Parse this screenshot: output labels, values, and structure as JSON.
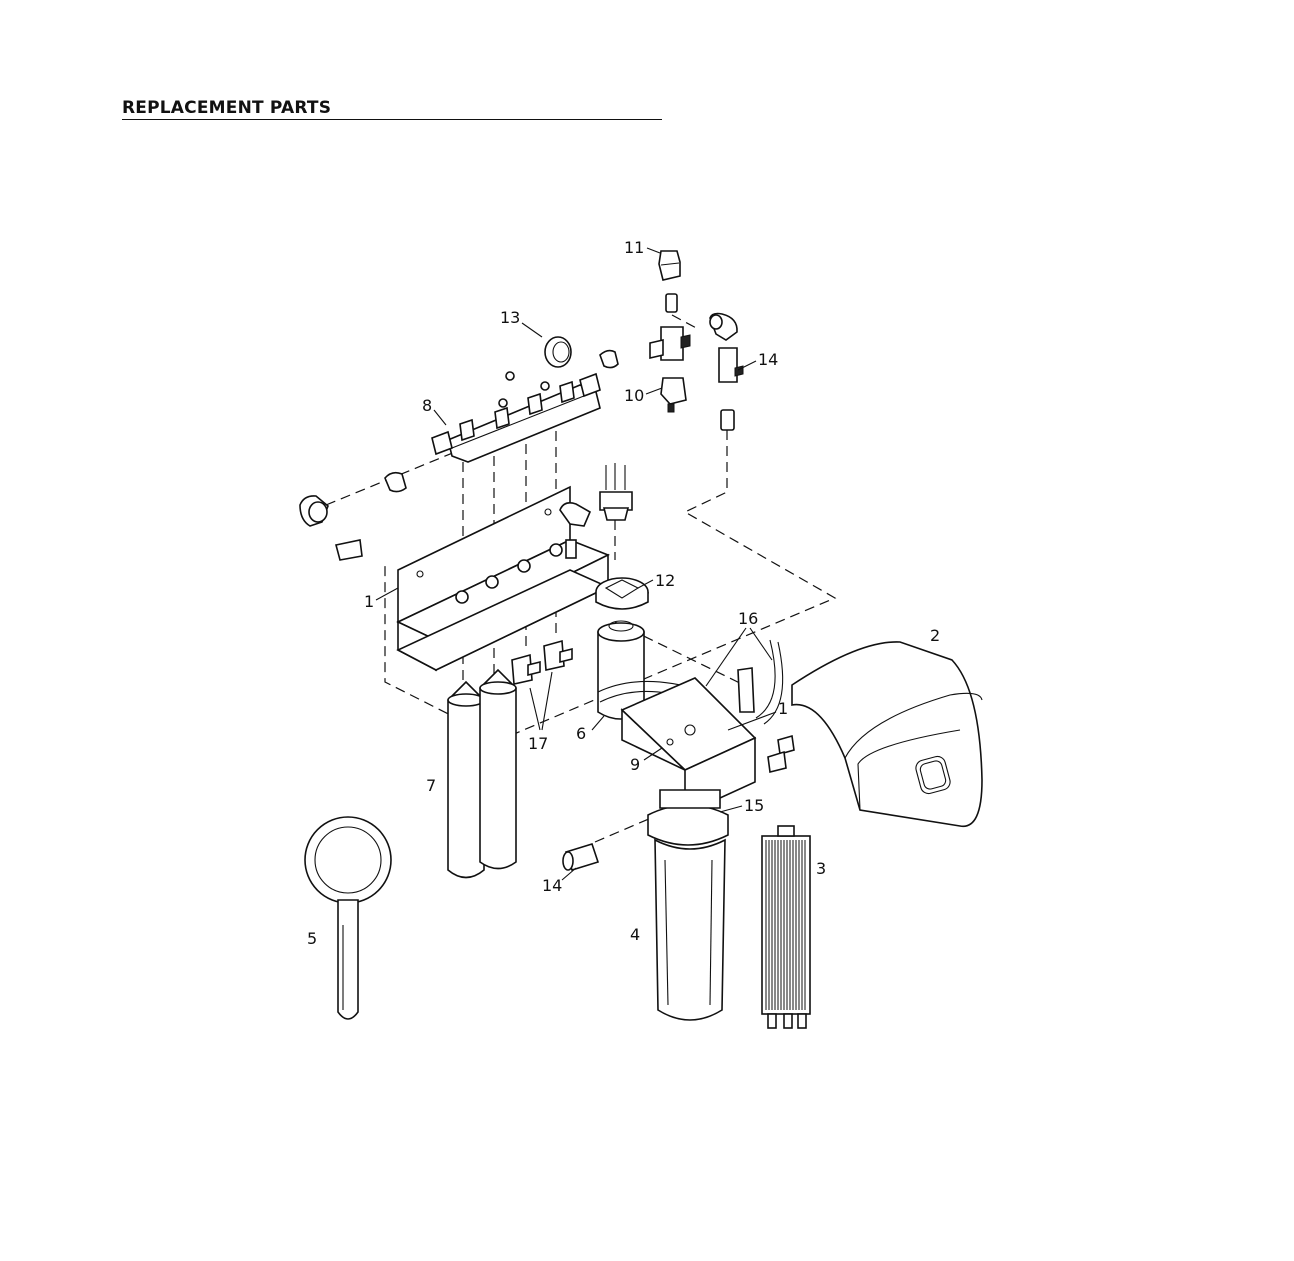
{
  "heading": "REPLACEMENT PARTS",
  "callouts": {
    "c1a": "1",
    "c1b": "1",
    "c2": "2",
    "c3": "3",
    "c4": "4",
    "c5": "5",
    "c6": "6",
    "c7": "7",
    "c8": "8",
    "c9": "9",
    "c10": "10",
    "c11": "11",
    "c12": "12",
    "c13": "13",
    "c14a": "14",
    "c14b": "14",
    "c15": "15",
    "c16": "16",
    "c17": "17"
  }
}
